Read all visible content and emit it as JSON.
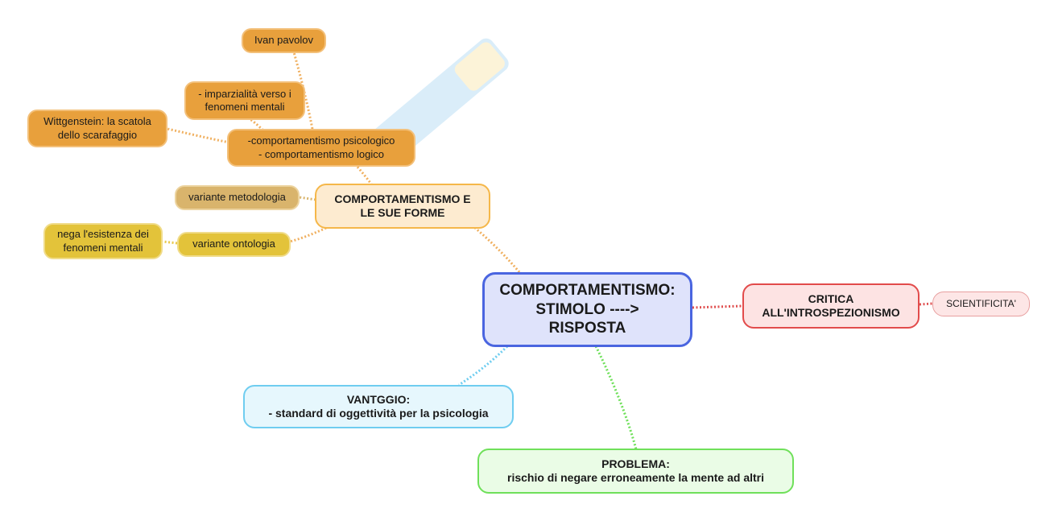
{
  "central": {
    "text": "COMPORTAMENTISMO:\nSTIMOLO ---->\nRISPOSTA",
    "fill": "#dfe3fb",
    "border": "#4a65e0"
  },
  "branches": {
    "forme": {
      "text": "COMPORTAMENTISMO E\nLE SUE FORME",
      "fill": "#fdebd0",
      "border": "#f5b74a"
    },
    "critica": {
      "text": "CRITICA\nALL'INTROSPEZIONISMO",
      "fill": "#fde3e3",
      "border": "#e24b4b"
    },
    "vantaggio": {
      "text": "VANTGGIO:\n- standard di oggettività per la psicologia",
      "fill": "#e6f7fd",
      "border": "#6fcdf0"
    },
    "problema": {
      "text": "PROBLEMA:\nrischio di negare erroneamente la mente ad altri",
      "fill": "#eafce6",
      "border": "#6fe05a"
    }
  },
  "sub_nodes": {
    "psicologico_logico": "-comportamentismo psicologico\n- comportamentismo logico",
    "pavolov": "Ivan pavolov",
    "imparzialita": "- imparzialità verso i\nfenomeni mentali",
    "wittgenstein": "Wittgenstein: la scatola\ndello scarafaggio",
    "metodologia": "variante metodologia",
    "ontologia": "variante ontologia",
    "nega": "nega l'esistenza dei\nfenomeni mentali",
    "scientificita": "SCIENTIFICITA'"
  },
  "colors": {
    "orange_link": "#f0b060",
    "red_link": "#e05050",
    "blue_link": "#6fcdf0",
    "green_link": "#6fe05a",
    "gold_link": "#e8c84a"
  }
}
